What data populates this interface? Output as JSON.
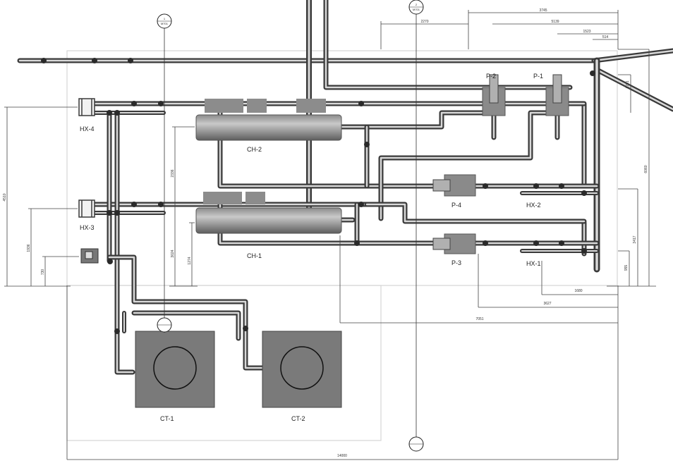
{
  "equipment_labels": {
    "hx4": "HX-4",
    "hx3": "HX-3",
    "hx2": "HX-2",
    "hx1": "HX-1",
    "ch2": "CH-2",
    "ch1": "CH-1",
    "p1": "P-1",
    "p2": "P-2",
    "p3": "P-3",
    "p4": "P-4",
    "ct1": "CT-1",
    "ct2": "CT-2"
  },
  "dimensions": {
    "d3745": "3745",
    "d2270": "2270",
    "d5139": "5139",
    "d1523": "1523",
    "d514": "514",
    "d1701": "1701",
    "d6060": "6060",
    "d3417": "3417",
    "d955": "955",
    "d1680": "1680",
    "d3627": "3627",
    "d7051": "7051",
    "d14000": "14000",
    "d4510": "4510",
    "d1936": "1936",
    "d730": "730",
    "d2336": "2336",
    "d3024": "3024",
    "d1274": "1274"
  },
  "grid_markers": {
    "g1_top": "1",
    "g1_bottom": "M701",
    "g2_top": "2",
    "g2_bottom": "M701"
  },
  "colors": {
    "pipe": "#3a3a3a",
    "pipe_highlight": "#d8d8d8",
    "equipment": "#6e6e6e",
    "equipment_light": "#9a9a9a",
    "dimension": "#444444"
  }
}
